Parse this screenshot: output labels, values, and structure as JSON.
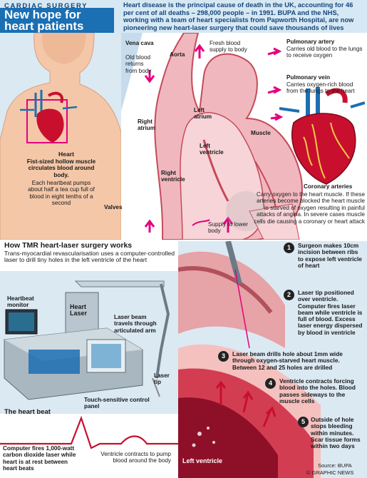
{
  "header": {
    "kicker": "CARDIAC SURGERY",
    "title": "New hope for heart patients",
    "intro": "Heart disease is the principal cause of death in the UK, accounting for 46 per cent of all deaths – 298,000 people – in 1991.  BUPA and the NHS, working with a team of heart specialists from Papworth Hospital, are now pioneering new heart-laser surgery that could save thousands of lives"
  },
  "body_figure": {
    "heart_title": "Heart",
    "heart_desc": "Fist-sized hollow muscle circulates blood around body.",
    "heart_pump": "Each heartbeat pumps about half a tea cup full of blood in eight tenths of a second"
  },
  "anatomy": {
    "vena_cava_title": "Vena cava",
    "vena_cava_desc": "Old blood returns from body",
    "aorta": "Aorta",
    "fresh_blood": "Fresh blood supply to body",
    "right_atrium": "Right atrium",
    "left_atrium": "Left atrium",
    "left_ventricle": "Left ventricle",
    "right_ventricle": "Right ventricle",
    "muscle": "Muscle",
    "valves": "Valves",
    "supply_lower": "Supply to lower body"
  },
  "right_labels": {
    "pulmonary_artery_title": "Pulmonary artery",
    "pulmonary_artery_desc": "Carries old blood to the lungs to receive oxygen",
    "pulmonary_vein_title": "Pulmonary vein",
    "pulmonary_vein_desc": "Carries oxygen-rich blood from the lungs to the heart",
    "coronary_title": "Coronary arteries",
    "coronary_desc": "Carry oxygen to the heart muscle. If these arteries become blocked the heart muscle is starved of oxygen resulting in painful attacks of angina. In severe cases muscle cells die causing a coronary or heart attack"
  },
  "tmr": {
    "title": "How TMR heart-laser surgery works",
    "desc": "Trans-myocardial revascularisation uses a computer-controlled laser to drill tiny holes in the left ventricle of the heart",
    "heartbeat_monitor": "Heartbeat monitor",
    "heart_laser": "Heart Laser",
    "laser_beam": "Laser beam travels through articulated arm",
    "laser_tip": "Laser tip",
    "touch_panel": "Touch-sensitive control panel",
    "heart_beat_title": "The heart beat",
    "computer_fires": "Computer fires 1,000-watt carbon dioxide laser while heart is at rest between heart beats",
    "ventricle_contracts": "Ventricle contracts to pump blood around the body"
  },
  "steps": [
    {
      "n": "1",
      "text": "Surgeon makes 10cm incision between ribs to expose left ventricle of heart"
    },
    {
      "n": "2",
      "text": "Laser tip positioned over ventricle. Computer fires laser beam while ventricle is full of blood. Excess laser energy dispersed by blood in ventricle"
    },
    {
      "n": "3",
      "text": "Laser beam drills hole about 1mm wide through oxygen-starved heart muscle. Between 12 and 25 holes are drilled"
    },
    {
      "n": "4",
      "text": "Ventricle contracts forcing blood into the holes. Blood passes sideways to the muscle cells"
    },
    {
      "n": "5",
      "text": "Outside of hole stops bleeding within minutes. Scar tissue forms within two days"
    }
  ],
  "left_ventricle_label": "Left ventricle",
  "source": "Source: BUPA",
  "credit": "© GRAPHIC NEWS",
  "colors": {
    "blue": "#1b6fb3",
    "navy": "#16457a",
    "red": "#c8102e",
    "pink": "#e6007e",
    "skin": "#f4c7a8"
  }
}
